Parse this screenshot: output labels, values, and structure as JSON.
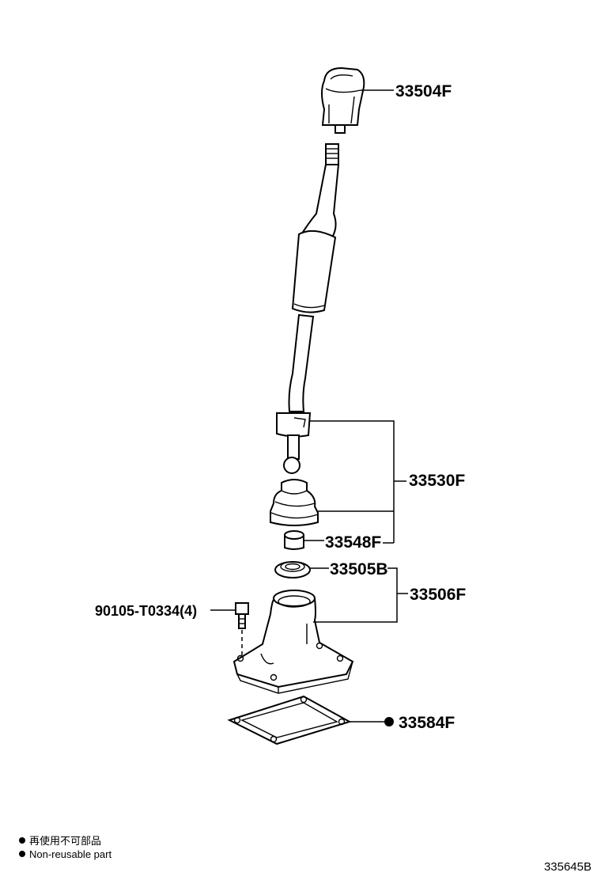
{
  "callouts": {
    "knob": "33504F",
    "lever_assy": "33530F",
    "bushing": "33548F",
    "seal": "33505B",
    "retainer_assy": "33506F",
    "bolt": "90105-T0334(4)",
    "gasket": "33584F"
  },
  "legend": {
    "line_jp": "再使用不可部品",
    "line_en": "Non-reusable part"
  },
  "diagram_id": "335645B",
  "icons": {
    "non_reusable_marker": "filled-circle"
  }
}
